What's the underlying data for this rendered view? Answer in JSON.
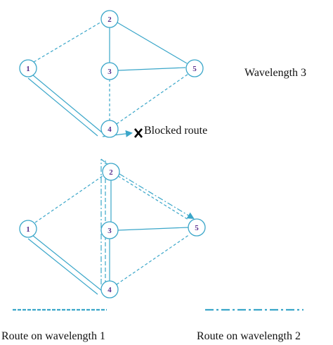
{
  "colors": {
    "link": "#3aa6c9",
    "node_label": "#5a2d8c",
    "text": "#111111",
    "blocked_marker": "#000000"
  },
  "top_network": {
    "nodes": [
      "1",
      "2",
      "3",
      "4",
      "5"
    ],
    "wavelength_label": "Wavelength 3",
    "blocked_label": "Blocked route"
  },
  "bottom_network": {
    "nodes": [
      "1",
      "2",
      "3",
      "4",
      "5"
    ]
  },
  "legend": {
    "route1": "Route on wavelength 1",
    "route2": "Route on wavelength 2"
  }
}
